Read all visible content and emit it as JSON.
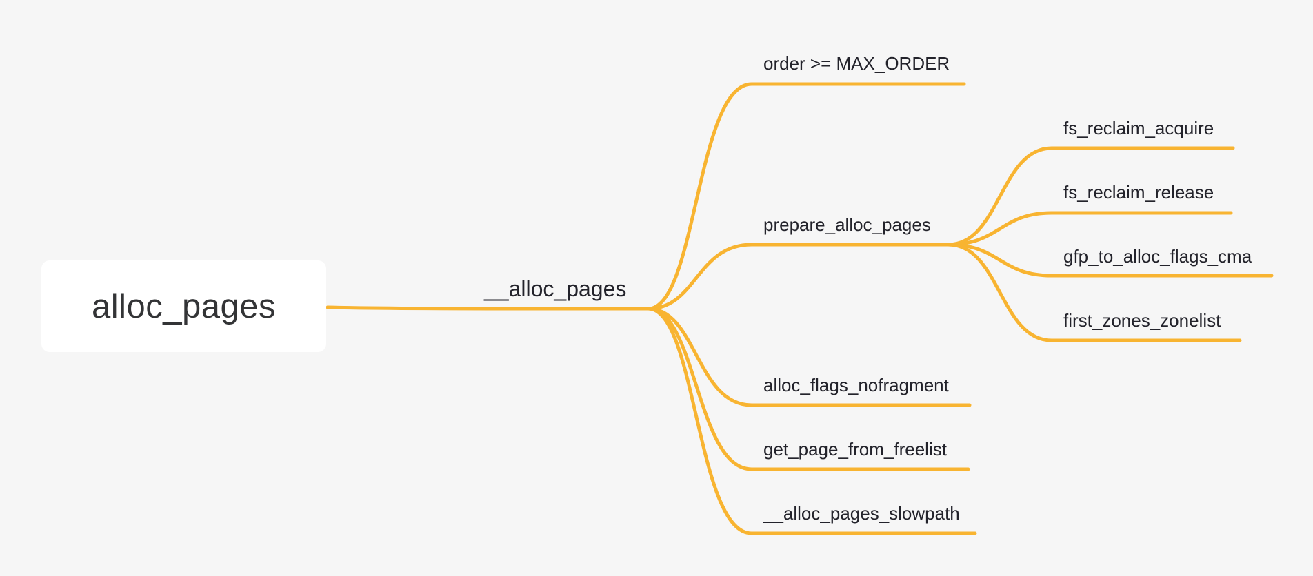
{
  "diagram": {
    "root": "alloc_pages",
    "child": "__alloc_pages",
    "branches": [
      {
        "label": "order >= MAX_ORDER",
        "children": []
      },
      {
        "label": "prepare_alloc_pages",
        "children": [
          "fs_reclaim_acquire",
          "fs_reclaim_release",
          "gfp_to_alloc_flags_cma",
          "first_zones_zonelist"
        ]
      },
      {
        "label": "alloc_flags_nofragment",
        "children": []
      },
      {
        "label": "get_page_from_freelist",
        "children": []
      },
      {
        "label": "__alloc_pages_slowpath",
        "children": []
      }
    ]
  },
  "colors": {
    "background": "#f6f6f6",
    "edge": "#f8b431",
    "root_fill": "#ffffff",
    "text": "#23232b"
  }
}
